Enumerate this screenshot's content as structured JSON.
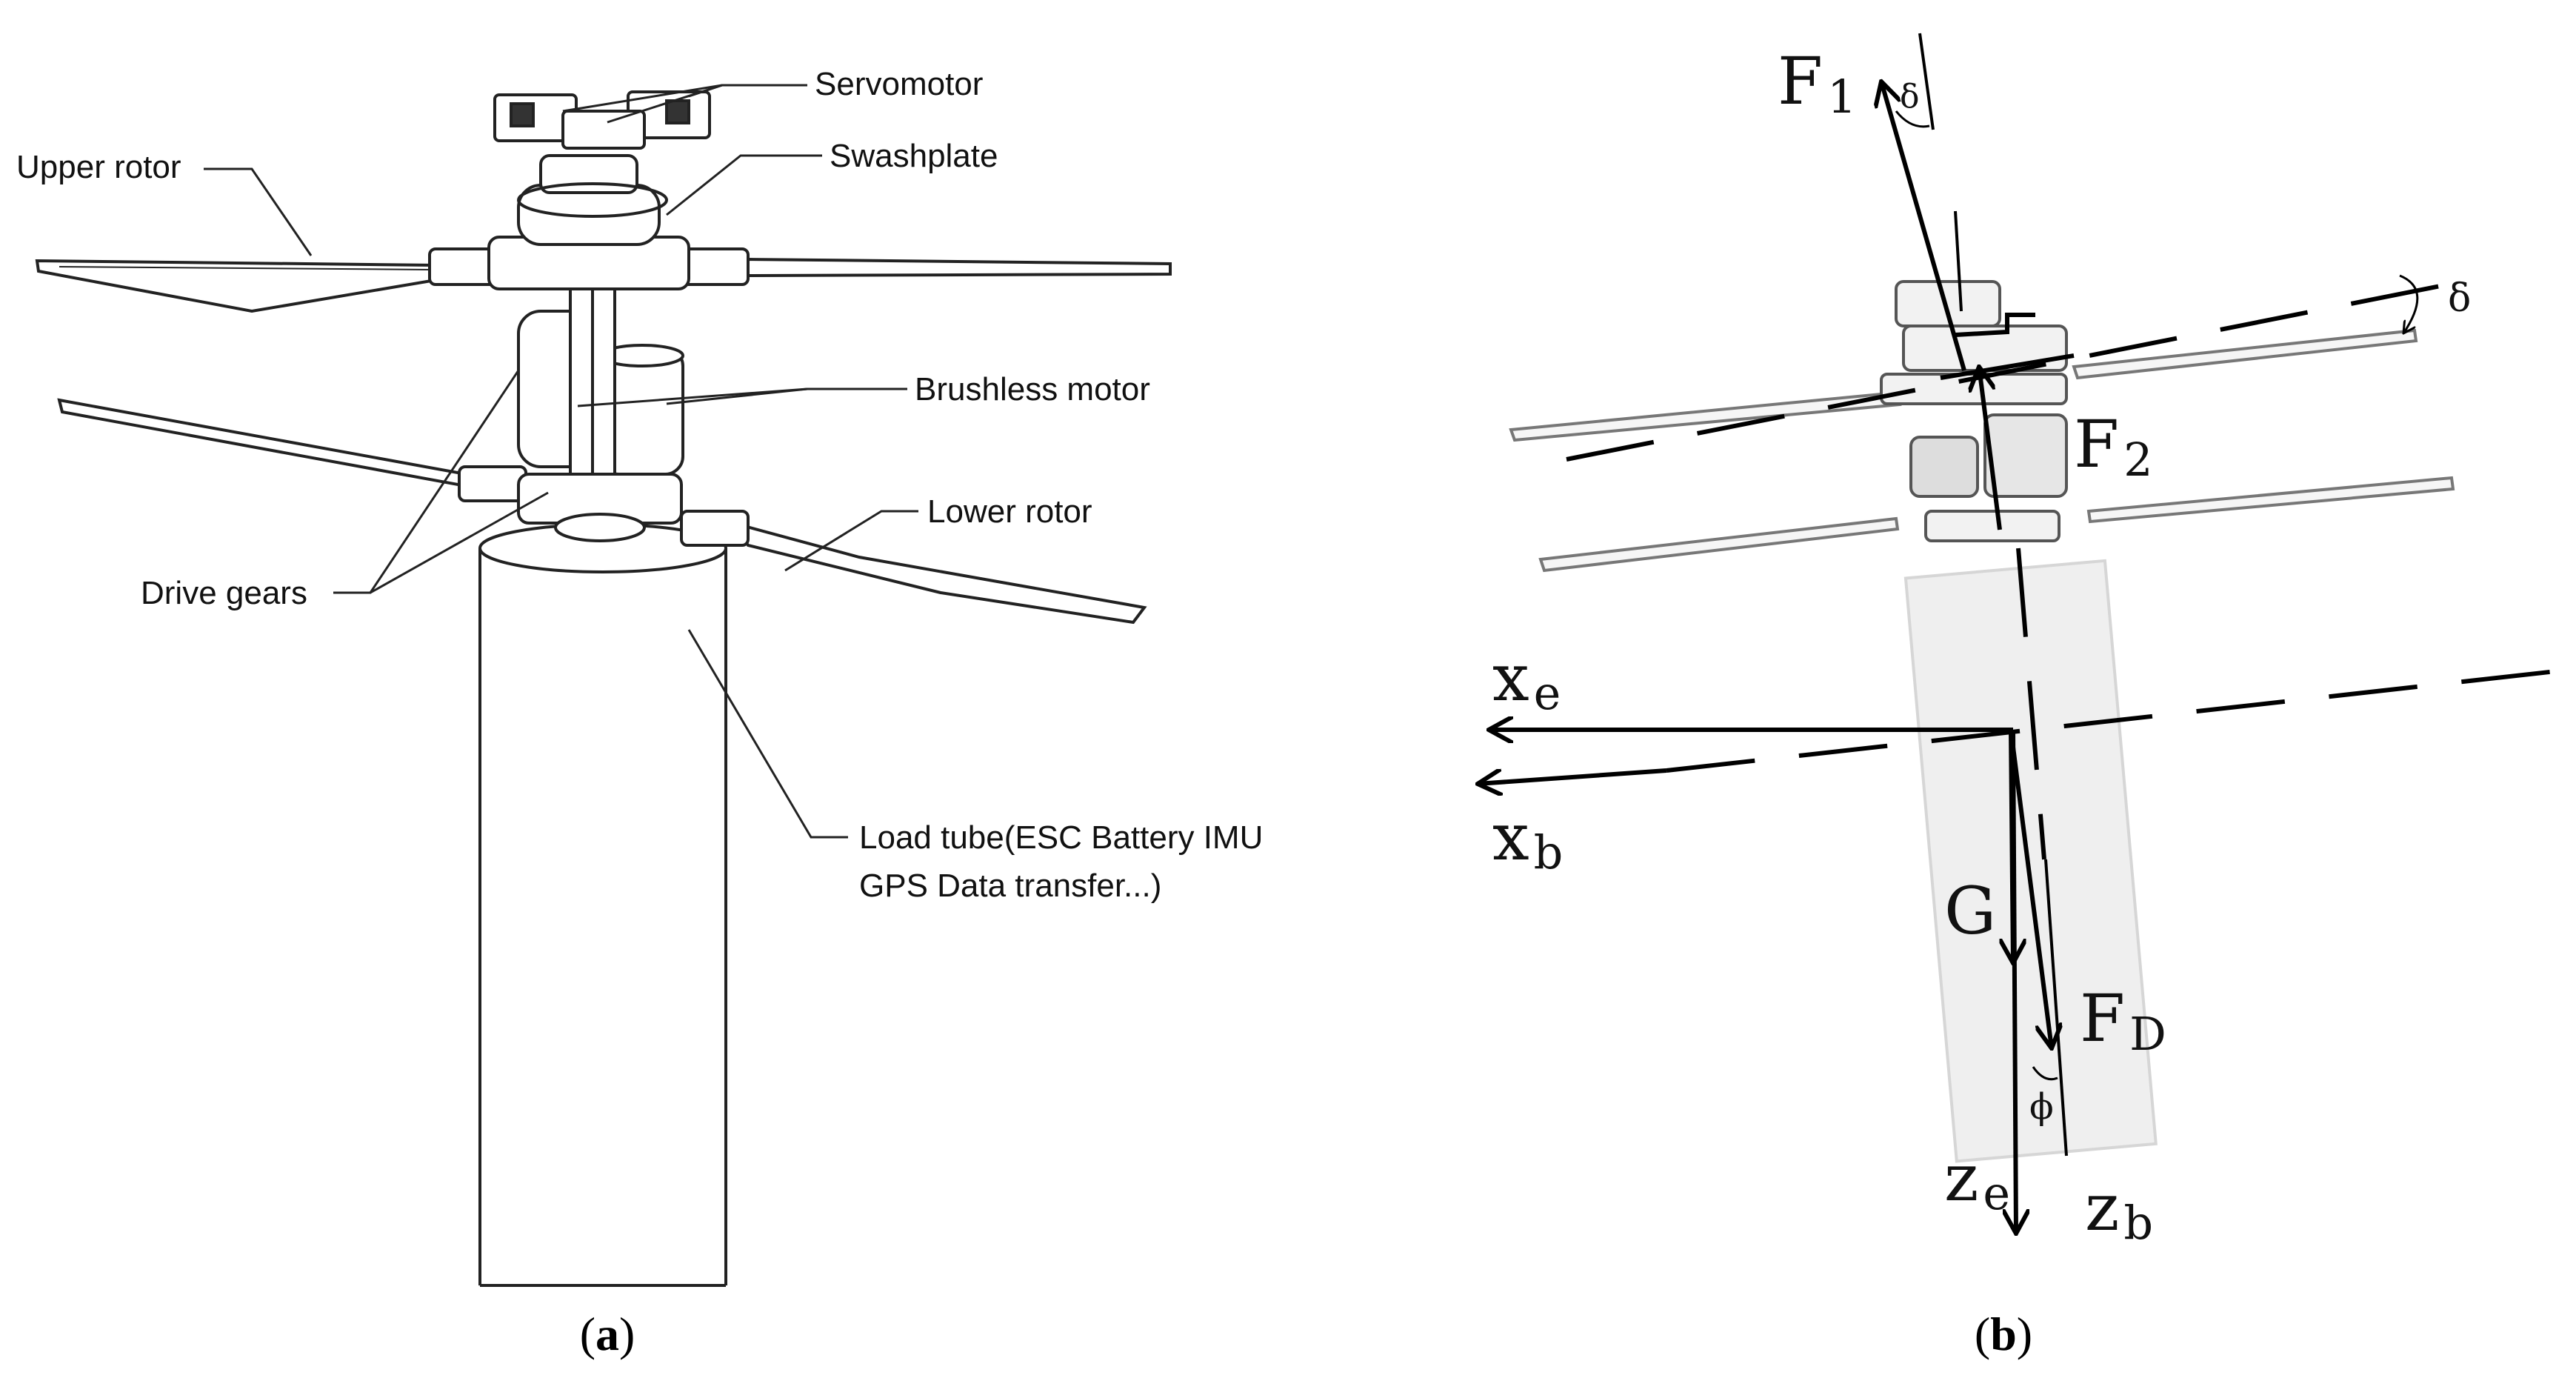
{
  "panel_a": {
    "labels": {
      "servomotor": "Servomotor",
      "swashplate": "Swashplate",
      "upper_rotor": "Upper rotor",
      "brushless_motor": "Brushless motor",
      "lower_rotor": "Lower rotor",
      "drive_gears": "Drive gears",
      "load_tube_line1": "Load tube(ESC Battery IMU",
      "load_tube_line2": "GPS Data transfer...)"
    },
    "caption_open": "(",
    "caption_letter": "a",
    "caption_close": ")"
  },
  "panel_b": {
    "symbols": {
      "F1_main": "F",
      "F1_sub": "1",
      "F2_main": "F",
      "F2_sub": "2",
      "FD_main": "F",
      "FD_sub": "D",
      "G": "G",
      "xe_main": "x",
      "xe_sub": "e",
      "xb_main": "x",
      "xb_sub": "b",
      "ze_main": "z",
      "ze_sub": "e",
      "zb_main": "z",
      "zb_sub": "b",
      "delta_top": "δ",
      "delta_right": "δ",
      "phi": "ϕ"
    },
    "caption_open": "(",
    "caption_letter": "b",
    "caption_close": ")"
  }
}
